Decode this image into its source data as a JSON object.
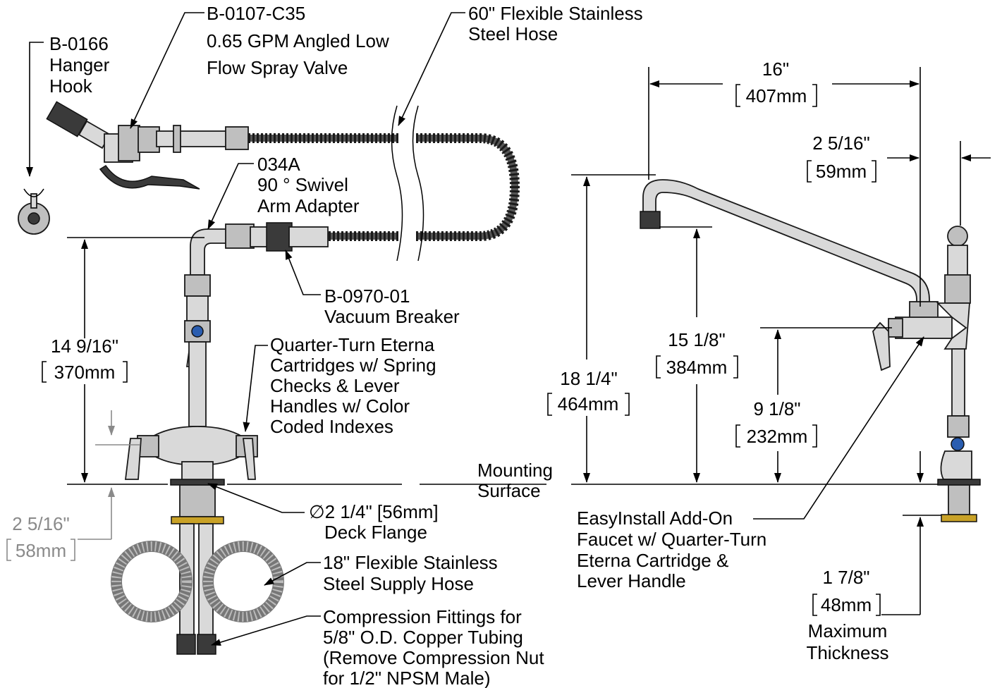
{
  "labels": {
    "hanger_hook": [
      "B-0166",
      "Hanger",
      "Hook"
    ],
    "spray_valve": [
      "B-0107-C35",
      "0.65 GPM Angled  Low",
      "Flow Spray Valve"
    ],
    "flex_hose": [
      "60\" Flexible Stainless",
      "Steel Hose"
    ],
    "swivel_adapter": [
      "034A",
      "90 ° Swivel",
      "Arm Adapter"
    ],
    "vacuum_breaker": [
      "B-0970-01",
      "Vacuum Breaker"
    ],
    "cartridges": [
      "Quarter-Turn Eterna",
      "Cartridges w/ Spring",
      "Checks & Lever",
      "Handles w/ Color",
      "Coded Indexes"
    ],
    "mounting_surface": [
      "Mounting",
      "Surface"
    ],
    "deck_flange": [
      "∅2 1/4\" [56mm]",
      "Deck Flange"
    ],
    "supply_hose": [
      "18\" Flexible Stainless",
      "Steel Supply Hose"
    ],
    "compression": [
      "Compression Fittings for",
      "5/8\" O.D. Copper Tubing",
      "(Remove Compression Nut",
      "for 1/2\" NPSM Male)"
    ],
    "addon_faucet": [
      "EasyInstall Add-On",
      "Faucet w/ Quarter-Turn",
      "Eterna Cartridge &",
      "Lever Handle"
    ],
    "max_thickness": [
      "Maximum",
      "Thickness"
    ]
  },
  "dimensions": {
    "d_14_9_16": {
      "in": "14 9/16\"",
      "mm": "370mm"
    },
    "d_2_5_16_left": {
      "in": "2 5/16\"",
      "mm": "58mm"
    },
    "d_16": {
      "in": "16\"",
      "mm": "407mm"
    },
    "d_2_5_16_right": {
      "in": "2 5/16\"",
      "mm": "59mm"
    },
    "d_18_1_4": {
      "in": "18 1/4\"",
      "mm": "464mm"
    },
    "d_15_1_8": {
      "in": "15 1/8\"",
      "mm": "384mm"
    },
    "d_9_1_8": {
      "in": "9 1/8\"",
      "mm": "232mm"
    },
    "d_1_7_8": {
      "in": "1 7/8\"",
      "mm": "48mm"
    }
  },
  "colors": {
    "ink": "#000000",
    "gray_dim": "#8a8a8a",
    "steel": "#d9d9d9",
    "index_blue": "#2a5db0",
    "brass": "#c9a227"
  }
}
